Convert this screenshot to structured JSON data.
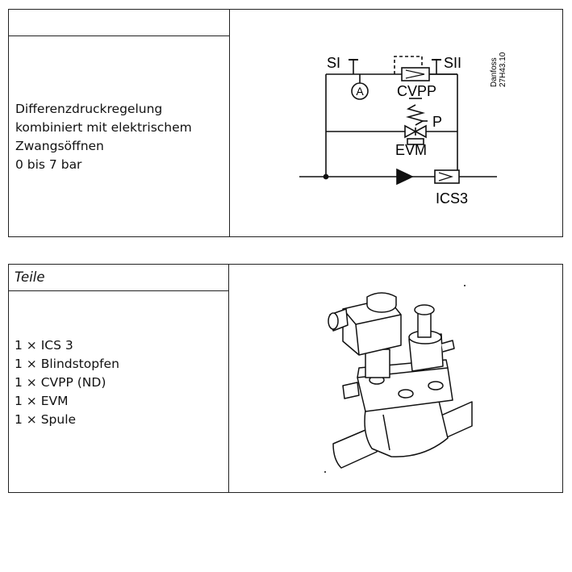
{
  "block1": {
    "description": [
      "Differenzdruckregelung",
      "kombiniert mit elektrischem",
      "Zwangsöffnen",
      "0 bis 7 bar"
    ],
    "diagram": {
      "labels": {
        "si": "SI",
        "sii": "SII",
        "a": "A",
        "cvpp": "CVPP",
        "p": "P",
        "evm": "EVM",
        "ics": "ICS3"
      },
      "code": [
        "Danfoss",
        "27H43.10"
      ]
    }
  },
  "block2": {
    "header": "Teile",
    "parts": [
      "1 × ICS 3",
      "1 × Blindstopfen",
      "1 × CVPP (ND)",
      "1 × EVM",
      "1 × Spule"
    ]
  }
}
